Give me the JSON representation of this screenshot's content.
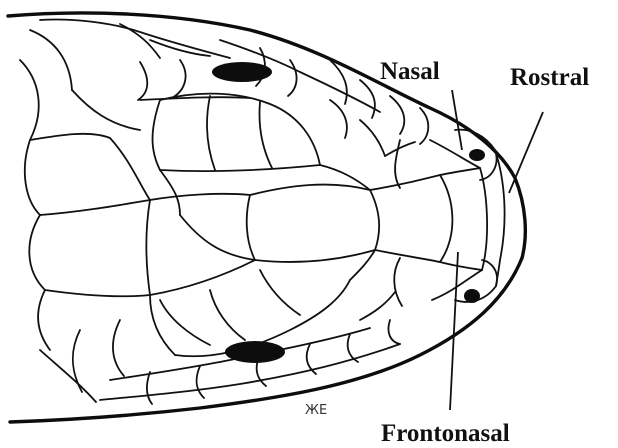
{
  "labels": {
    "nasal": "Nasal",
    "rostral": "Rostral",
    "frontonasal": "Frontonasal"
  },
  "artist_mark": "ЖE",
  "colors": {
    "ink": "#111111",
    "background": "#ffffff"
  }
}
